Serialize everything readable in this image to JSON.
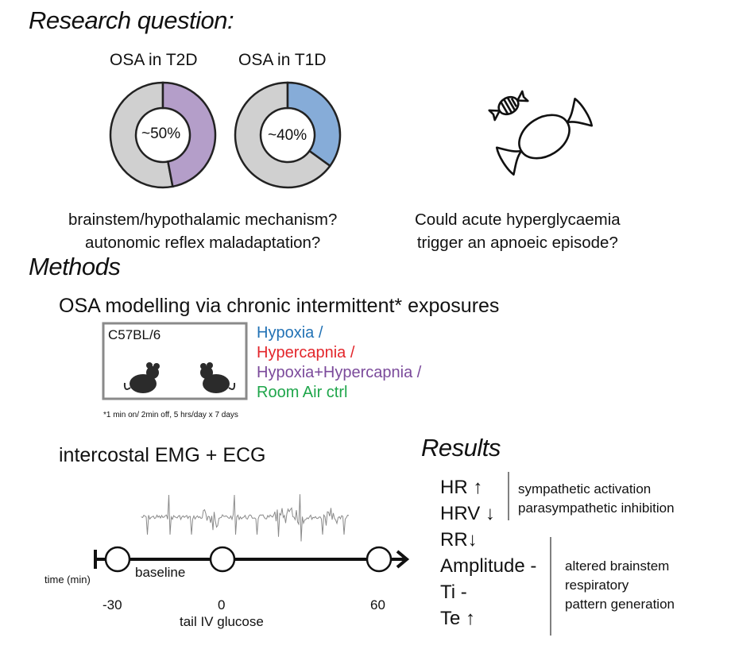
{
  "headings": {
    "research_question": "Research question:",
    "methods": "Methods",
    "results": "Results"
  },
  "donuts": [
    {
      "title": "OSA in T2D",
      "label": "~50%",
      "fraction": 0.47,
      "color": "#b49ec9"
    },
    {
      "title": "OSA in T1D",
      "label": "~40%",
      "fraction": 0.35,
      "color": "#86acd8"
    }
  ],
  "donut_base_color": "#d0d0d0",
  "questions": {
    "mechanism": [
      "brainstem/hypothalamic mechanism?",
      "autonomic reflex maladaptation?"
    ],
    "hyperglycaemia": [
      "Could acute hyperglycaemia",
      "trigger an apnoeic episode?"
    ]
  },
  "methods": {
    "modelling_title": "OSA modelling via chronic intermittent* exposures",
    "strain": "C57BL/6",
    "exposures": [
      {
        "label": "Hypoxia /",
        "color": "#2272b5"
      },
      {
        "label": "Hypercapnia /",
        "color": "#e3262b"
      },
      {
        "label": "Hypoxia+Hypercapnia /",
        "color": "#7b4a9b"
      },
      {
        "label": "Room Air ctrl",
        "color": "#1fa64b"
      }
    ],
    "footnote": "*1 min on/ 2min off, 5 hrs/day x 7 days",
    "recording": "intercostal EMG + ECG"
  },
  "timeline": {
    "axis_label": "time (min)",
    "phase_label": "baseline",
    "ticks": [
      "-30",
      "0",
      "60"
    ],
    "event": "tail IV glucose"
  },
  "results": {
    "cardiac": [
      "HR ↑",
      "HRV ↓"
    ],
    "cardiac_note": [
      "sympathetic activation",
      "parasympathetic inhibition"
    ],
    "respiratory": [
      "RR↓",
      "Amplitude -",
      "Ti -",
      "Te ↑"
    ],
    "respiratory_note": [
      "altered brainstem",
      "respiratory",
      "pattern generation"
    ]
  }
}
